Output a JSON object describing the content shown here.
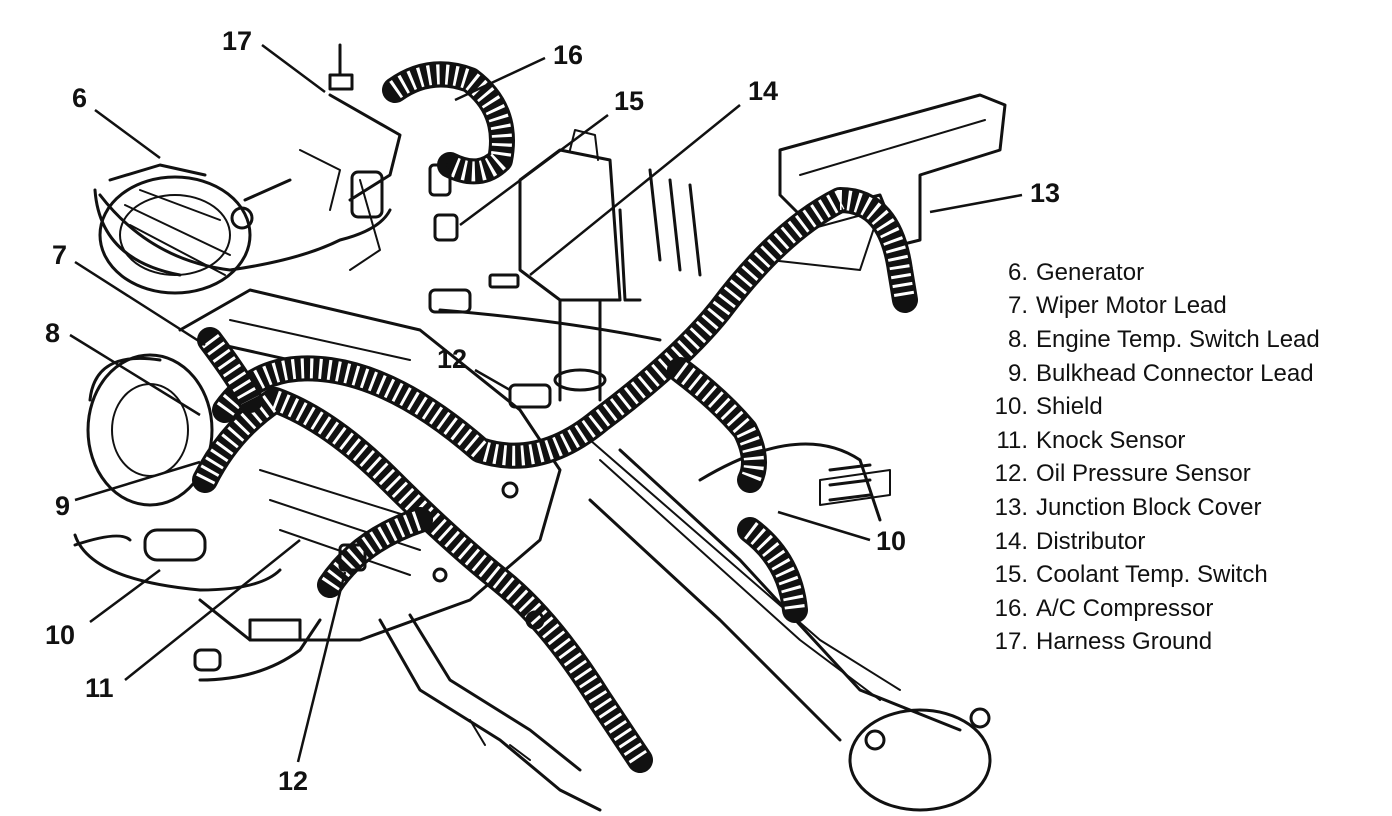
{
  "callouts": [
    {
      "id": "17",
      "text": "17"
    },
    {
      "id": "16",
      "text": "16"
    },
    {
      "id": "15",
      "text": "15"
    },
    {
      "id": "14",
      "text": "14"
    },
    {
      "id": "13",
      "text": "13"
    },
    {
      "id": "6",
      "text": "6"
    },
    {
      "id": "7",
      "text": "7"
    },
    {
      "id": "8",
      "text": "8"
    },
    {
      "id": "9",
      "text": "9"
    },
    {
      "id": "10a",
      "text": "10"
    },
    {
      "id": "10b",
      "text": "10"
    },
    {
      "id": "11",
      "text": "11"
    },
    {
      "id": "12a",
      "text": "12"
    },
    {
      "id": "12b",
      "text": "12"
    }
  ],
  "legend": [
    {
      "num": "6.",
      "label": "Generator"
    },
    {
      "num": "7.",
      "label": "Wiper Motor Lead"
    },
    {
      "num": "8.",
      "label": "Engine Temp. Switch Lead"
    },
    {
      "num": "9.",
      "label": "Bulkhead Connector Lead"
    },
    {
      "num": "10.",
      "label": "Shield"
    },
    {
      "num": "11.",
      "label": "Knock Sensor"
    },
    {
      "num": "12.",
      "label": "Oil Pressure Sensor"
    },
    {
      "num": "13.",
      "label": "Junction Block Cover"
    },
    {
      "num": "14.",
      "label": "Distributor"
    },
    {
      "num": "15.",
      "label": "Coolant Temp. Switch"
    },
    {
      "num": "16.",
      "label": "A/C Compressor"
    },
    {
      "num": "17.",
      "label": "Harness Ground"
    }
  ]
}
